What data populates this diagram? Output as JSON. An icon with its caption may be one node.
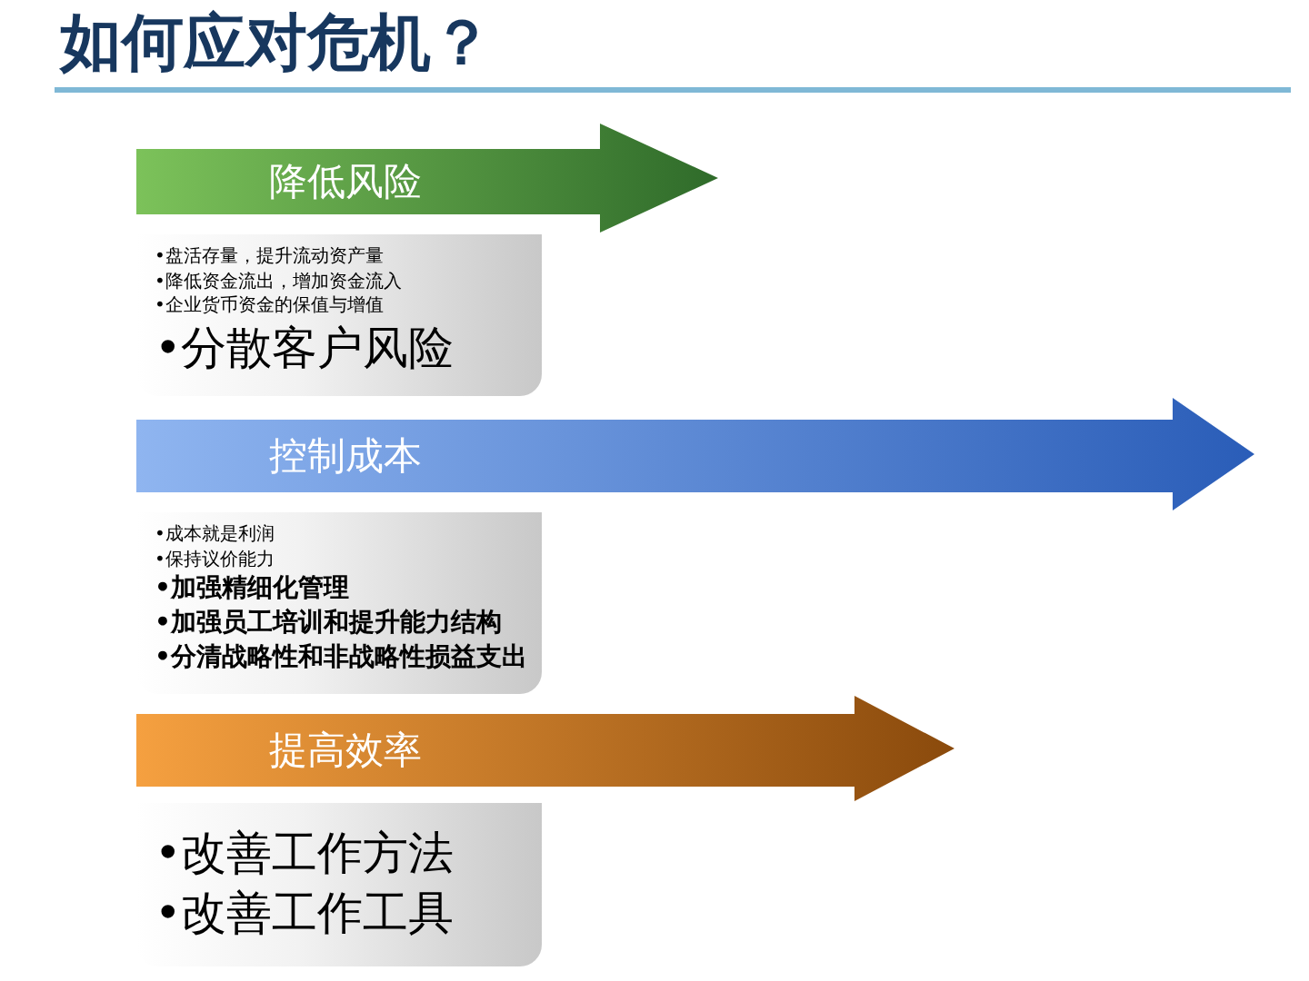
{
  "diagram": {
    "title": "如何应对危机？",
    "nodes": [
      {
        "text": [
          "降低风险"
        ]
      },
      {
        "text": [
          "•盘活存量，提升流动资产量",
          "•降低资金流出，增加资金流入",
          "•企业货币资金的保值与增值",
          "•分散客户风险"
        ]
      },
      {
        "text": [
          "控制成本"
        ]
      },
      {
        "text": [
          "•成本就是利润",
          "•保持议价能力",
          "•加强精细化管理",
          "•加强员工培训和提升能力结构",
          "•分清战略性和非战略性损益支出"
        ]
      },
      {
        "text": [
          "提高效率"
        ]
      },
      {
        "text": [
          "•改善工作方法",
          "•改善工作工具"
        ]
      }
    ],
    "edges": []
  }
}
